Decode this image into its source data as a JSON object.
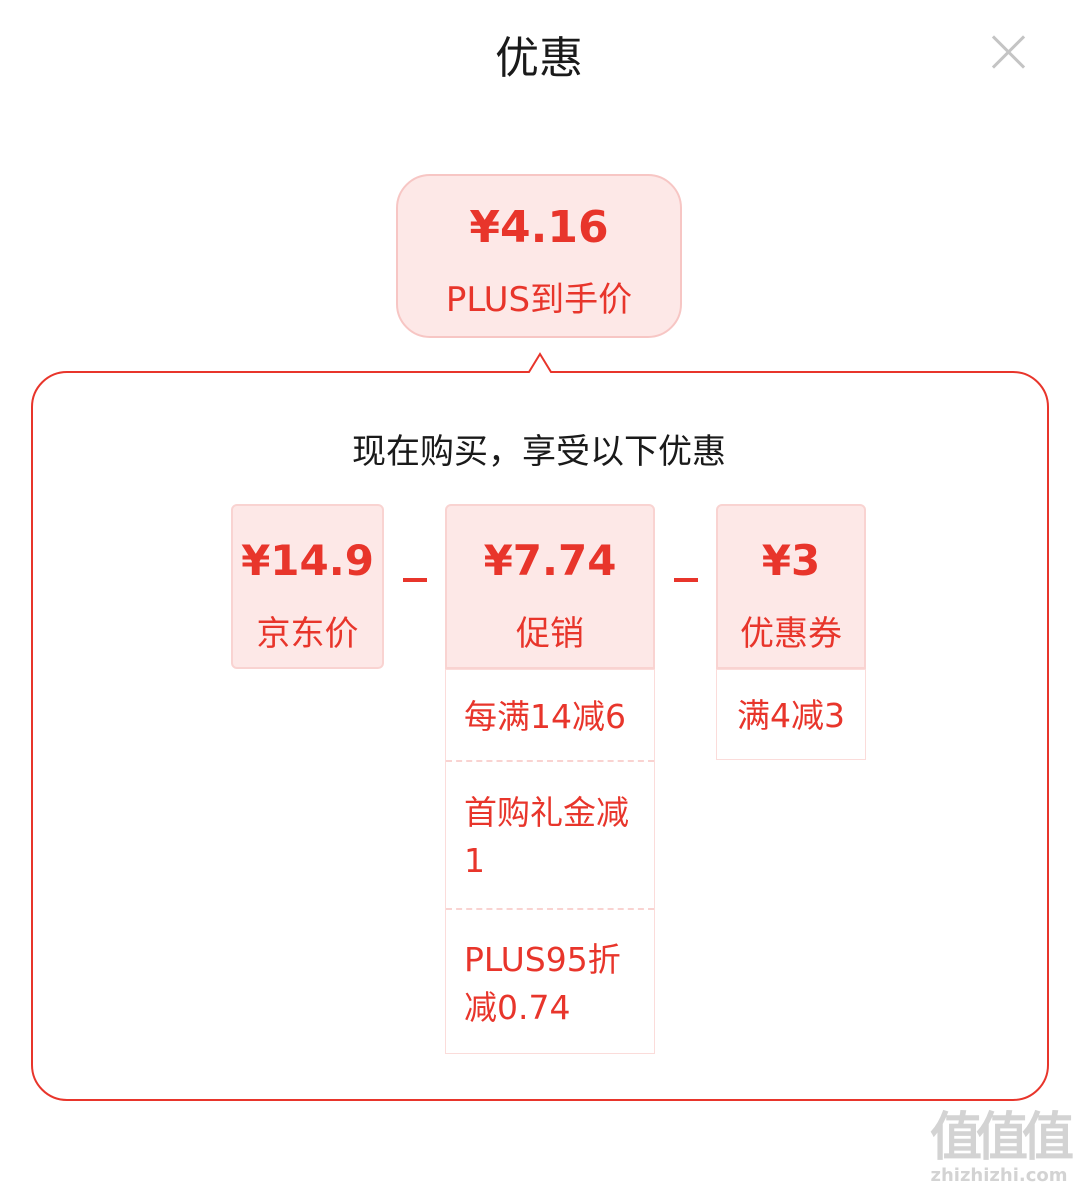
{
  "header": {
    "title": "优惠",
    "close_icon": "close-icon"
  },
  "plus_bubble": {
    "price": "¥4.16",
    "label": "PLUS到手价"
  },
  "panel": {
    "subtitle": "现在购买，享受以下优惠",
    "jd_price": {
      "amount": "¥14.9",
      "label": "京东价"
    },
    "promotion": {
      "amount": "¥7.74",
      "label": "促销",
      "items": [
        "每满14减6",
        "首购礼金减1",
        "PLUS95折减0.74"
      ]
    },
    "coupon": {
      "amount": "¥3",
      "label": "优惠券",
      "items": [
        "满4减3"
      ]
    }
  },
  "watermark": {
    "site": "zhizhizhi.com"
  },
  "colors": {
    "accent": "#e8352b",
    "card_bg": "#fde8e7",
    "card_border": "#f9d3d1"
  }
}
